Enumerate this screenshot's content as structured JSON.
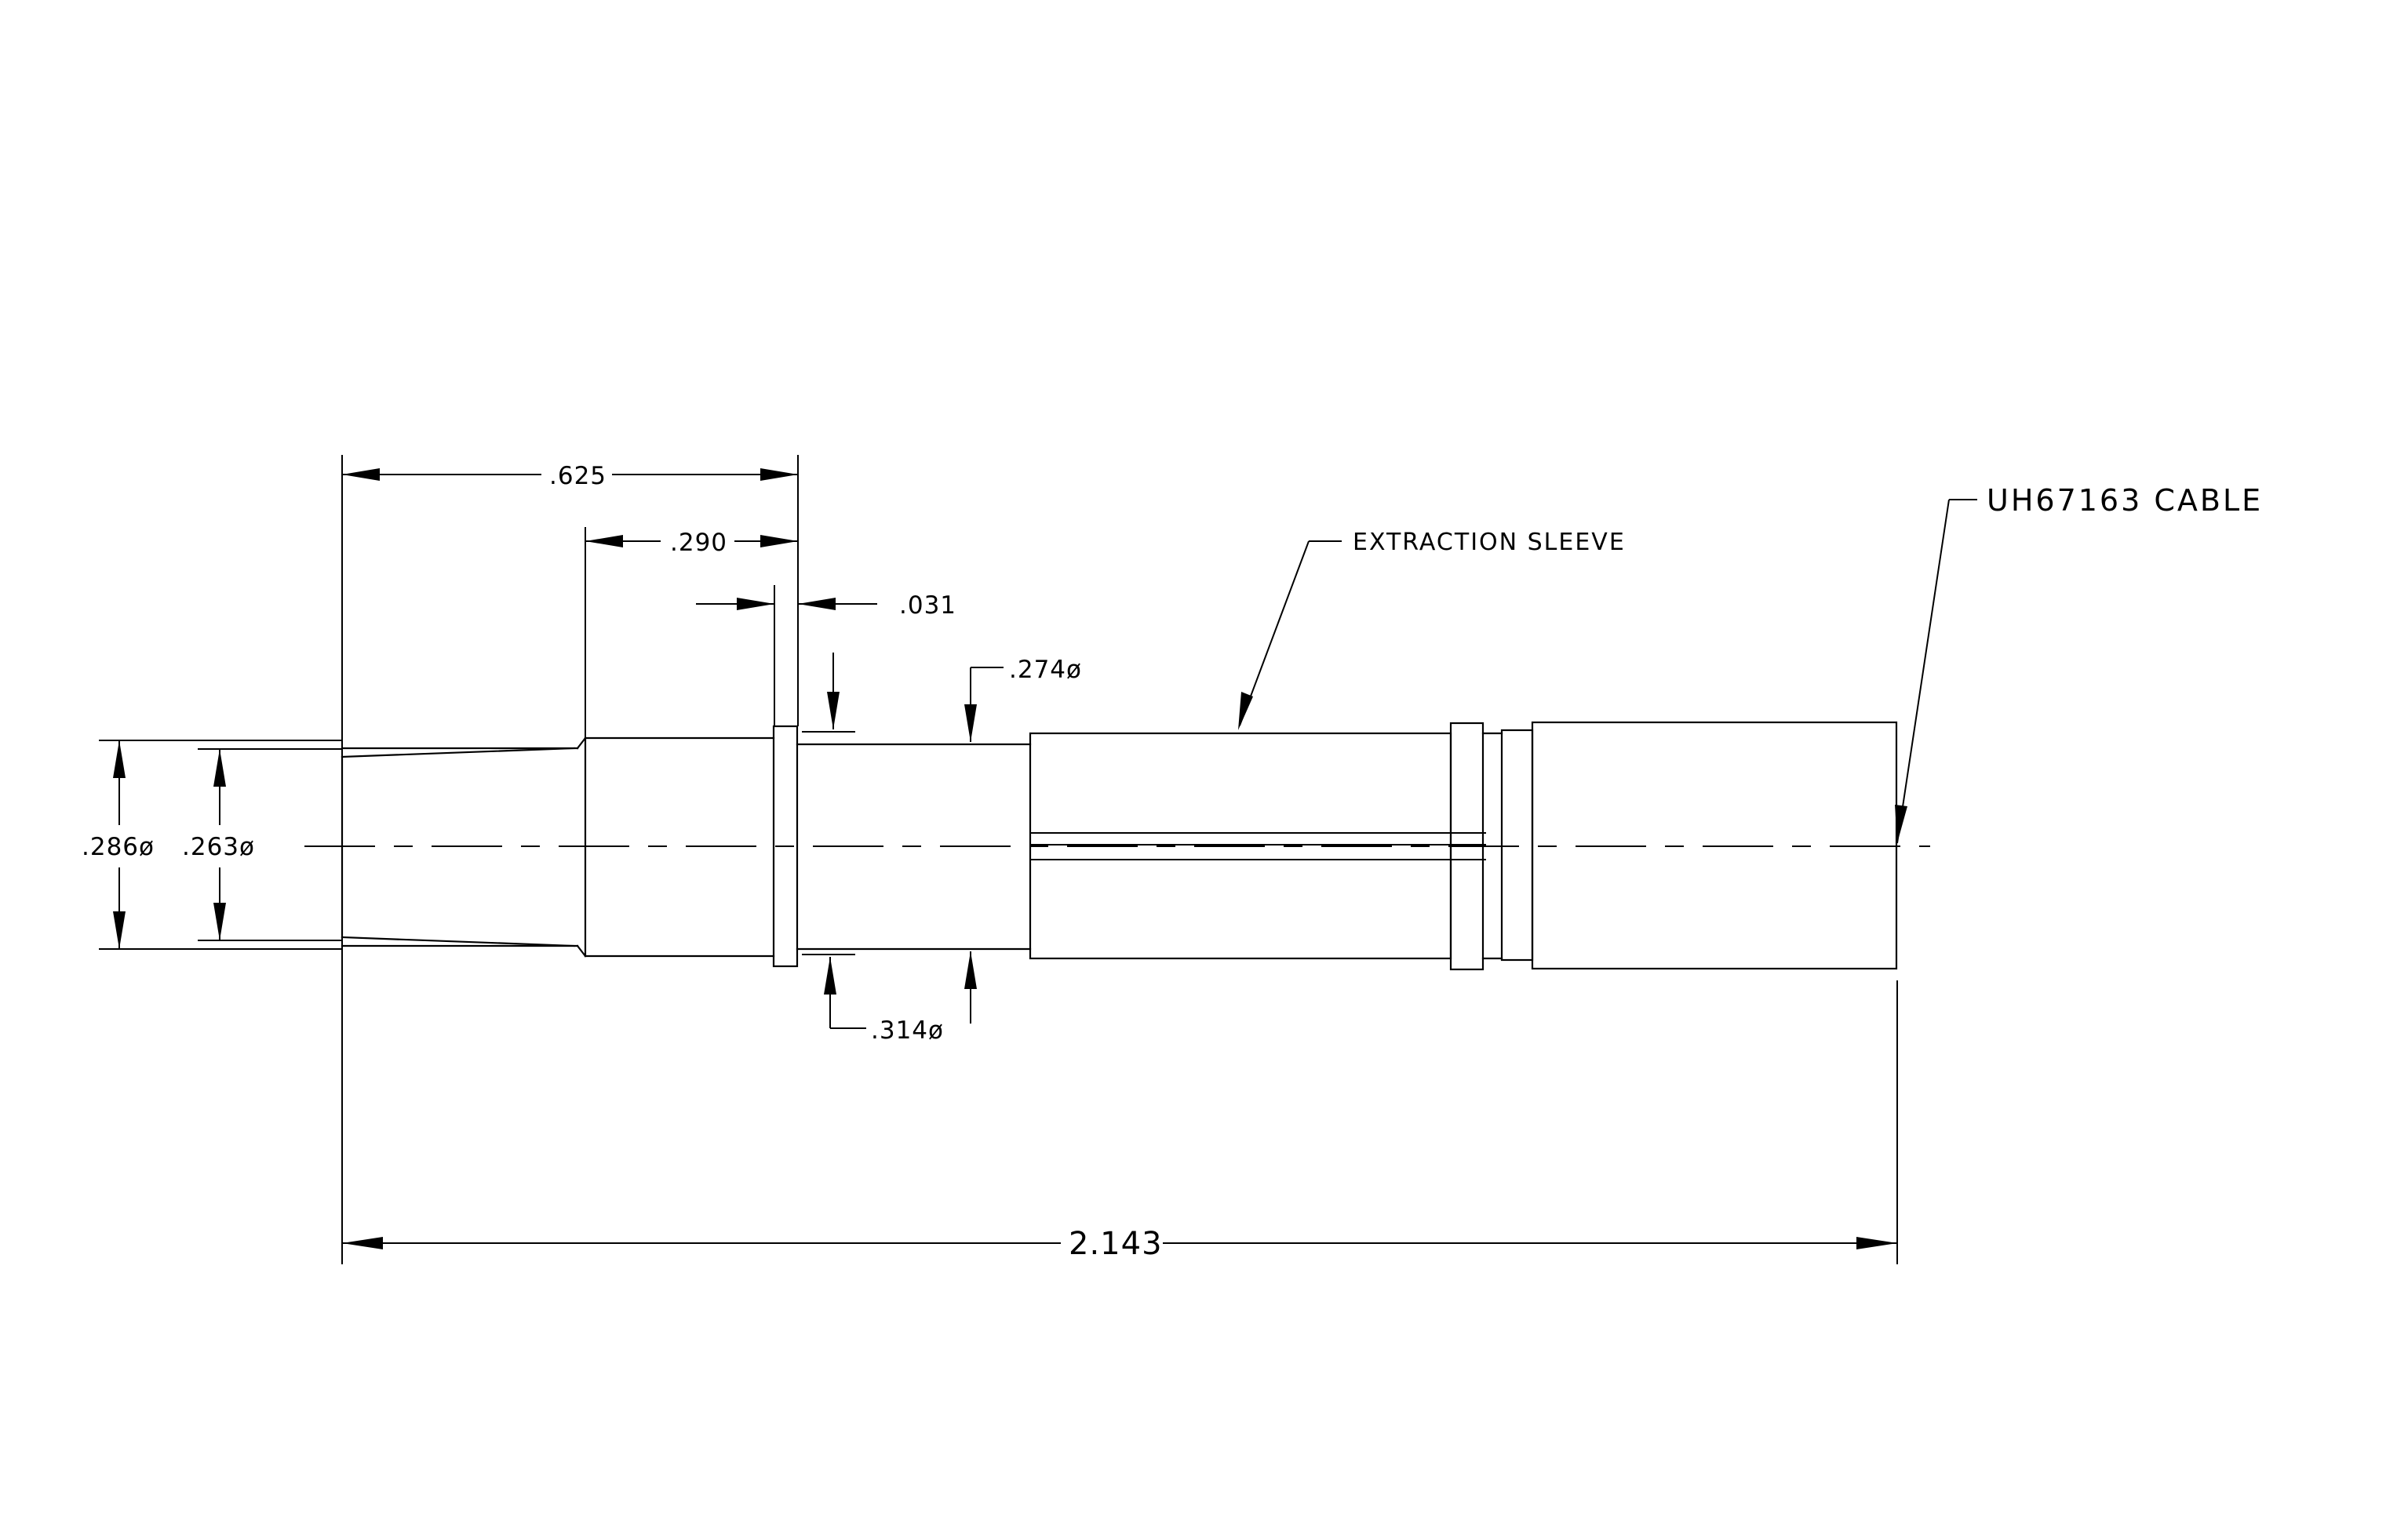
{
  "dimensions": {
    "overall_length": "2.143",
    "front_length": ".625",
    "taper_length": ".290",
    "collar_width": ".031",
    "outer_diameter": ".286ø",
    "inner_diameter": ".263ø",
    "shank_diameter": ".274ø",
    "collar_diameter": ".314ø"
  },
  "callouts": {
    "extraction_sleeve": "EXTRACTION SLEEVE",
    "cable": "UH67163 CABLE"
  }
}
